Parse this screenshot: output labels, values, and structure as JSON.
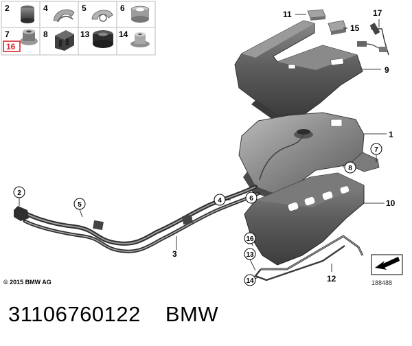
{
  "thumbnail_cells": [
    {
      "label": "2",
      "highlighted": false
    },
    {
      "label": "4",
      "highlighted": false
    },
    {
      "label": "5",
      "highlighted": false
    },
    {
      "label": "6",
      "highlighted": false
    },
    {
      "label": "7",
      "highlighted": false
    },
    {
      "label": "8",
      "highlighted": false
    },
    {
      "label": "13",
      "highlighted": false
    },
    {
      "label": "14",
      "highlighted": false
    },
    {
      "label": "16",
      "highlighted": true
    }
  ],
  "callouts": {
    "c1": "1",
    "c3": "3",
    "c9": "9",
    "c10": "10",
    "c11": "11",
    "c12": "12",
    "c15": "15",
    "c17": "17"
  },
  "circled_callouts": {
    "c2": "2",
    "c4": "4",
    "c5": "5",
    "c6": "6",
    "c7": "7",
    "c8": "8",
    "c13": "13",
    "c14": "14",
    "c16": "16"
  },
  "copyright": "© 2015 BMW AG",
  "diagram_id": "188488",
  "footer": {
    "part_number": "31106760122",
    "brand": "BMW"
  },
  "colors": {
    "highlight": "#d9262c",
    "part_dark": "#4a4a4a",
    "part_mid": "#7d7d7d",
    "part_light": "#b3b3b3"
  }
}
